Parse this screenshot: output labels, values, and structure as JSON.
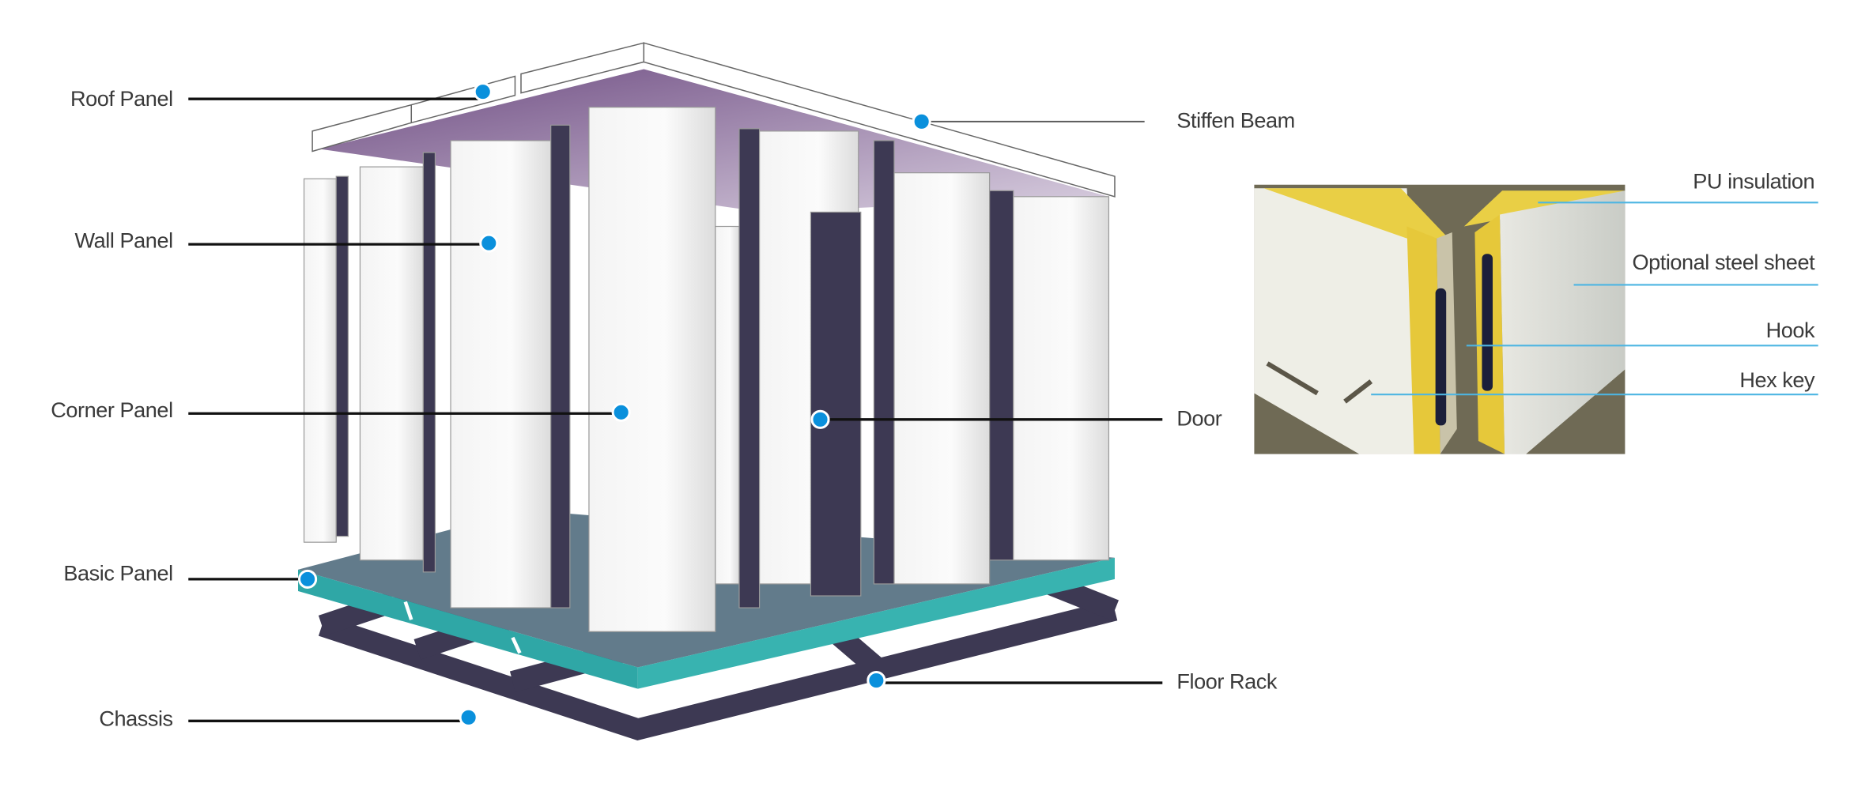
{
  "main_diagram": {
    "labels_left": {
      "roof_panel": "Roof Panel",
      "wall_panel": "Wall Panel",
      "corner_panel": "Corner Panel",
      "basic_panel": "Basic Panel",
      "chassis": "Chassis"
    },
    "labels_right": {
      "stiffen_beam": "Stiffen Beam",
      "door": "Door",
      "floor_rack": "Floor Rack"
    }
  },
  "detail_inset": {
    "labels": {
      "pu_insulation": "PU insulation",
      "optional_steel_sheet": "Optional steel sheet",
      "hook": "Hook",
      "hex_key": "Hex key"
    }
  },
  "colors": {
    "marker": "#0a90dc",
    "inset_leader": "#4db5e2",
    "frame": "#3d3953",
    "floor_edge": "#2fa7a6",
    "roof_underside": "#7a5a8c",
    "insulation": "#e8c83a"
  }
}
